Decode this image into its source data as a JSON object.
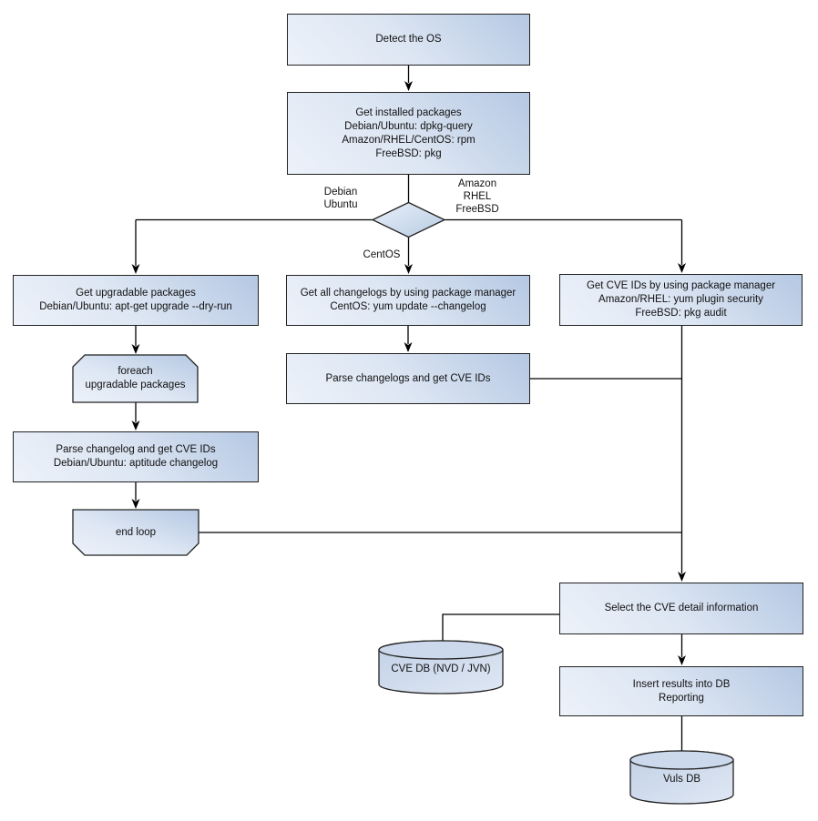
{
  "nodes": {
    "detect_os": "Detect the OS",
    "get_installed": "Get installed packages\nDebian/Ubuntu: dpkg-query\nAmazon/RHEL/CentOS: rpm\nFreeBSD: pkg",
    "get_upgradable": "Get upgradable packages\nDebian/Ubuntu: apt-get upgrade --dry-run",
    "foreach_loop": "foreach\nupgradable  packages",
    "parse_changelog_deb": "Parse changelog and get  CVE IDs\nDebian/Ubuntu: aptitude changelog",
    "end_loop": "end loop",
    "get_all_changelogs": "Get all changelogs by using package manager\nCentOS: yum update --changelog",
    "parse_changelogs": "Parse changelogs and get CVE IDs",
    "get_cve_ids": "Get CVE IDs by using package manager\nAmazon/RHEL: yum plugin security\nFreeBSD: pkg audit",
    "select_cve_detail": "Select the CVE detail information",
    "insert_results": "Insert results into DB\nReporting",
    "cve_db": "CVE DB (NVD / JVN)",
    "vuls_db": "Vuls DB"
  },
  "edge_labels": {
    "left_branch": "Debian\nUbuntu",
    "right_branch": "Amazon\nRHEL\nFreeBSD",
    "middle_branch": "CentOS"
  },
  "colors": {
    "node_fill_light": "#edf2fa",
    "node_fill_dark": "#b5c8e3",
    "node_border": "#222222",
    "connector": "#000000",
    "text": "#111111",
    "background": "#ffffff"
  }
}
